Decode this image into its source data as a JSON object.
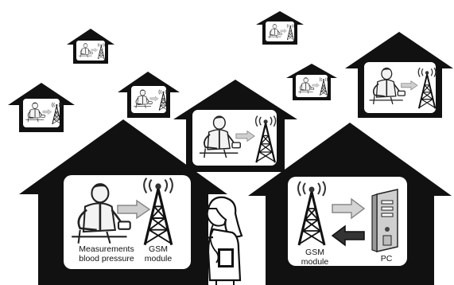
{
  "colors": {
    "house": "#111111",
    "screen": "#ffffff",
    "arrow_fill": "#cfcfcf",
    "arrow_dark": "#333333",
    "ink": "#222222",
    "skin": "#f3f3f3",
    "pc_body": "#dedede"
  },
  "labels": {
    "measurement_line1": "Measurements",
    "measurement_line2": "blood pressure",
    "gsm_left_line1": "GSM",
    "gsm_left_line2": "module",
    "gsm_right_line1": "GSM",
    "gsm_right_line2": "module",
    "pc": "PC"
  },
  "icons": {
    "patient": "patient-measuring-blood-pressure-icon",
    "tower": "gsm-antenna-tower-icon",
    "pc": "pc-tower-icon",
    "doctor": "doctor-with-stethoscope-icon"
  }
}
